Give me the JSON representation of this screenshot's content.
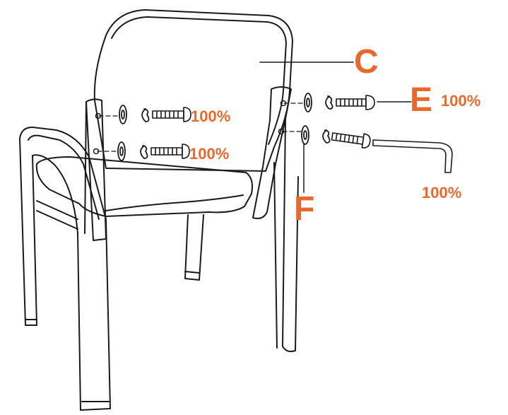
{
  "accent_color": "#e8692b",
  "parts": {
    "c": "C",
    "e": "E",
    "f": "F"
  },
  "quantities": {
    "bolt_upper_left": "100%",
    "bolt_lower_left": "100%",
    "bolt_e": "100%",
    "hex_key": "100%"
  },
  "icons": [
    "bolt-icon",
    "lock-washer-icon",
    "flat-washer-icon",
    "hex-key-icon",
    "chair-illustration"
  ]
}
